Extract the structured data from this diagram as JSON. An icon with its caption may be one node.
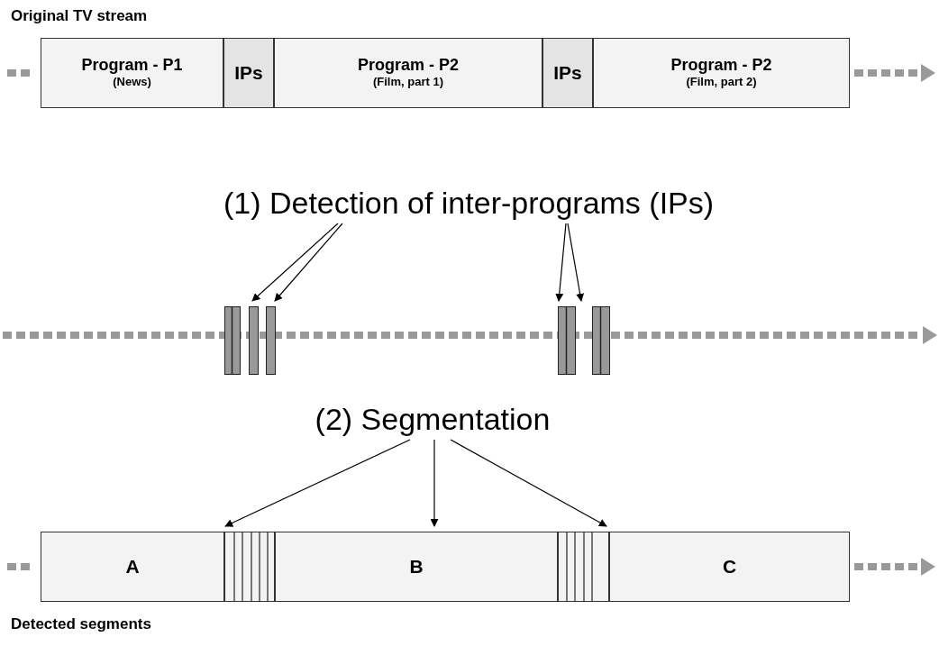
{
  "diagram": {
    "nodes": [
      {
        "text": [
          "Program - P1",
          "(News)"
        ]
      },
      {
        "text": [
          "IPs"
        ]
      },
      {
        "text": [
          "Program - P2",
          "(Film, part 1)"
        ]
      },
      {
        "text": [
          "IPs"
        ]
      },
      {
        "text": [
          "Program - P2",
          "(Film, part 2)"
        ]
      },
      {
        "text": [
          "(1) Detection of inter-programs (IPs)"
        ]
      },
      {
        "text": [],
        "shape": "bar"
      },
      {
        "text": [],
        "shape": "bar"
      },
      {
        "text": [],
        "shape": "bar"
      },
      {
        "text": [],
        "shape": "bar"
      },
      {
        "text": [],
        "shape": "bar"
      },
      {
        "text": [
          "(2) Segmentation"
        ]
      },
      {
        "text": [
          "A"
        ]
      },
      {
        "text": [],
        "shape": "box"
      },
      {
        "text": [
          "B"
        ]
      },
      {
        "text": [],
        "shape": "box"
      },
      {
        "text": [
          "C"
        ]
      }
    ],
    "edges": [
      {
        "from": 5,
        "to": 7,
        "arrow": "to"
      },
      {
        "from": 5,
        "to": 8,
        "arrow": "to"
      },
      {
        "from": 5,
        "to": 9,
        "arrow": "to"
      },
      {
        "from": 5,
        "to": 10,
        "arrow": "to"
      },
      {
        "from": 11,
        "to": 13,
        "arrow": "to"
      },
      {
        "from": 11,
        "to": 14,
        "arrow": "to"
      },
      {
        "from": 11,
        "to": 15,
        "arrow": "to"
      }
    ],
    "labels": [
      "Original TV stream",
      "Detected segments"
    ]
  }
}
